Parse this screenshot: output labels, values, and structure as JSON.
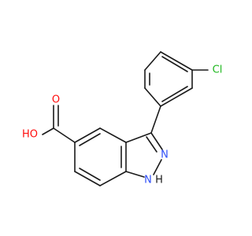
{
  "molecule": {
    "atom_labels": {
      "hydroxyl": "HO",
      "carbonyl_oxygen": "O",
      "chlorine": "Cl",
      "ring_nitrogen": "N",
      "nh_nitrogen": "N",
      "nh_hydrogen": "H"
    },
    "colors": {
      "bond": "#1a1a1a",
      "oxygen": "#ff0d0d",
      "nitrogen": "#3050f8",
      "chlorine": "#1fb81f",
      "hydrogen": "#1a1a1a",
      "background": "#ffffff"
    }
  }
}
